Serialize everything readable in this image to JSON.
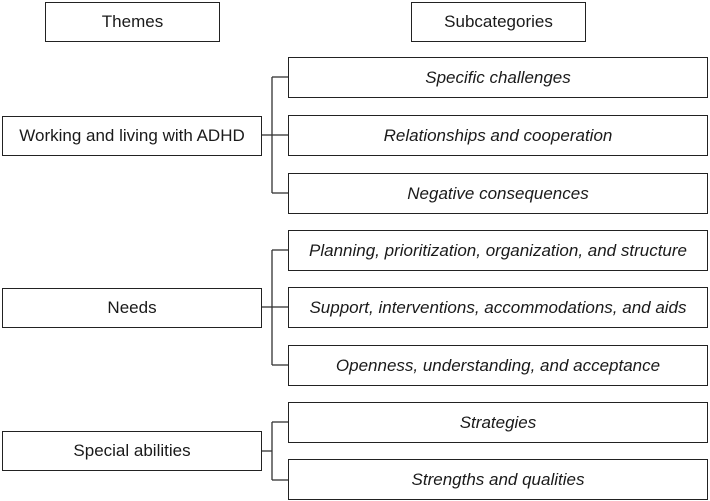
{
  "headers": {
    "themes": "Themes",
    "subcategories": "Subcategories"
  },
  "themes": [
    {
      "label": "Working and living with ADHD",
      "subcategories": [
        "Specific challenges",
        "Relationships and cooperation",
        "Negative consequences"
      ]
    },
    {
      "label": "Needs",
      "subcategories": [
        "Planning, prioritization, organization, and structure",
        "Support, interventions, accommodations, and aids",
        "Openness, understanding, and acceptance"
      ]
    },
    {
      "label": "Special abilities",
      "subcategories": [
        "Strategies",
        "Strengths and qualities"
      ]
    }
  ],
  "colors": {
    "border": "#222222",
    "connector": "#333333",
    "background": "#ffffff"
  }
}
